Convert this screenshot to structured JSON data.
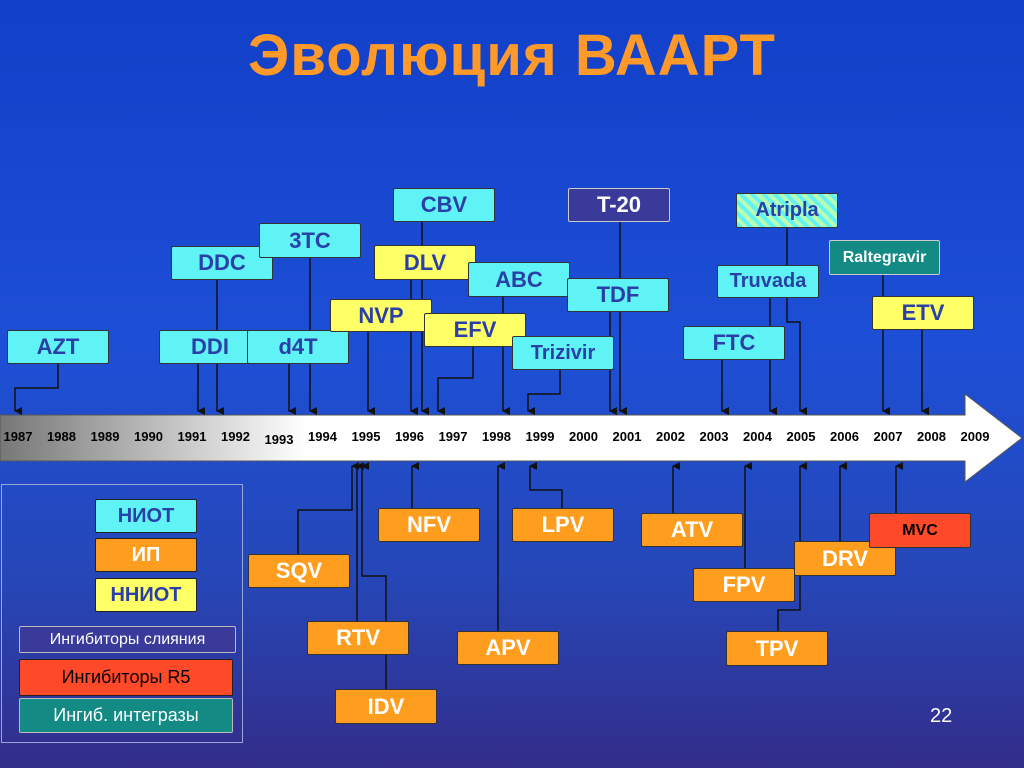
{
  "title": "Эволюция ВААРТ",
  "page_number": "22",
  "timeline": {
    "years": [
      "1987",
      "1988",
      "1989",
      "1990",
      "1991",
      "1992",
      "1993",
      "1994",
      "1995",
      "1996",
      "1997",
      "1998",
      "1999",
      "2000",
      "2001",
      "2002",
      "2003",
      "2004",
      "2005",
      "2006",
      "2007",
      "2008",
      "2009"
    ]
  },
  "drugs": {
    "azt": "AZT",
    "ddc": "DDC",
    "ddi": "DDI",
    "t3c": "3TC",
    "d4t": "d4T",
    "nvp": "NVP",
    "cbv": "CBV",
    "dlv": "DLV",
    "efv": "EFV",
    "abc": "ABC",
    "trizivir": "Trizivir",
    "t20": "T-20",
    "tdf": "TDF",
    "ftc": "FTC",
    "truvada": "Truvada",
    "atripla": "Atripla",
    "raltegravir": "Raltegravir",
    "etv": "ETV",
    "sqv": "SQV",
    "rtv": "RTV",
    "idv": "IDV",
    "nfv": "NFV",
    "apv": "APV",
    "lpv": "LPV",
    "atv": "ATV",
    "fpv": "FPV",
    "tpv": "TPV",
    "drv": "DRV",
    "mvc": "MVC"
  },
  "legend": {
    "nrti": "НИОТ",
    "pi": "ИП",
    "nnrti": "ННИОТ",
    "fusion": "Ингибиторы слияния",
    "r5": "Ингибиторы R5",
    "integrase": "Ингиб. интегразы"
  },
  "colors": {
    "title": "#ff9a2a",
    "nrti": "#5ff3f6",
    "pi": "#ff9d1e",
    "nnrti": "#ffff66",
    "fusion": "#3a3a9a",
    "r5": "#ff4a2a",
    "integrase": "#138a84"
  }
}
